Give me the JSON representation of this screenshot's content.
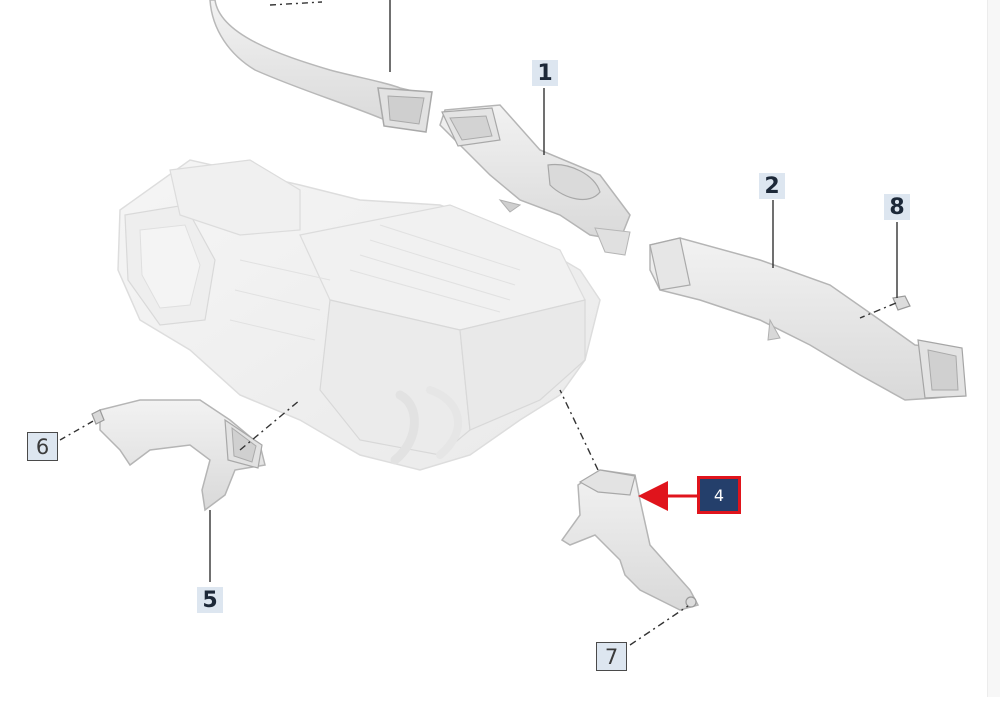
{
  "diagram": {
    "callouts": [
      {
        "id": "1",
        "label": "1",
        "style": "solid"
      },
      {
        "id": "2",
        "label": "2",
        "style": "solid"
      },
      {
        "id": "4",
        "label": "4",
        "style": "active"
      },
      {
        "id": "5",
        "label": "5",
        "style": "solid"
      },
      {
        "id": "6",
        "label": "6",
        "style": "boxed"
      },
      {
        "id": "7",
        "label": "7",
        "style": "boxed"
      },
      {
        "id": "8",
        "label": "8",
        "style": "solid"
      }
    ]
  },
  "colors": {
    "part_fill": "#e9e9e9",
    "part_stroke": "#bdbdbd",
    "ghost_fill": "#f1f1f1",
    "leader_line": "#333333",
    "active_bg": "#243f6b",
    "active_border": "#e0141c",
    "callout_bg": "#dde6f0"
  }
}
